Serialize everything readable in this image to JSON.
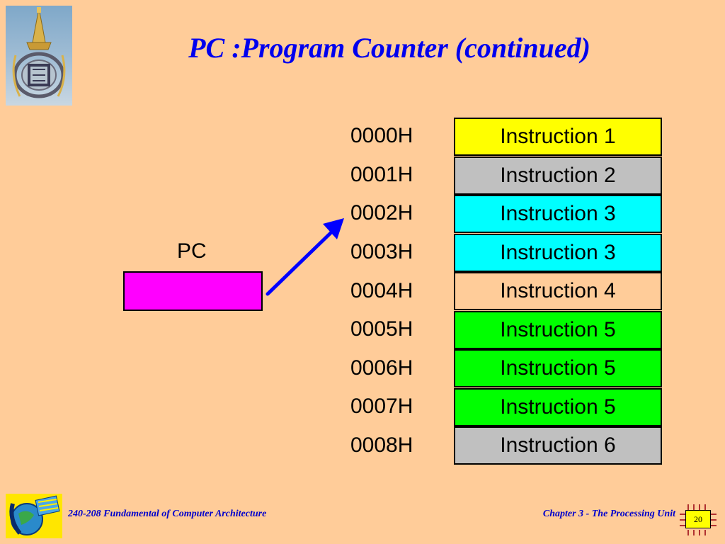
{
  "title": "PC :Program Counter (continued)",
  "pc_label": "PC",
  "memory": {
    "addresses": [
      "0000H",
      "0001H",
      "0002H",
      "0003H",
      "0004H",
      "0005H",
      "0006H",
      "0007H",
      "0008H"
    ],
    "cells": [
      {
        "label": "Instruction 1",
        "color": "#FFFF00"
      },
      {
        "label": "Instruction 2",
        "color": "#C0C0C0"
      },
      {
        "label": "Instruction 3",
        "color": "#00FFFF"
      },
      {
        "label": "Instruction 3",
        "color": "#00FFFF"
      },
      {
        "label": "Instruction 4",
        "color": "#FFCC99"
      },
      {
        "label": "Instruction 5",
        "color": "#00FF00"
      },
      {
        "label": "Instruction 5",
        "color": "#00FF00"
      },
      {
        "label": "Instruction 5",
        "color": "#00FF00"
      },
      {
        "label": "Instruction 6",
        "color": "#C0C0C0"
      }
    ]
  },
  "colors": {
    "background": "#FFCC99",
    "title": "#0000EE",
    "pc_register": "#FF00FF",
    "arrow": "#0000FF",
    "footer_text": "#0000CC"
  },
  "footer": {
    "course": "240-208 Fundamental of Computer Architecture",
    "chapter": "Chapter 3 - The Processing Unit",
    "page": "20"
  }
}
